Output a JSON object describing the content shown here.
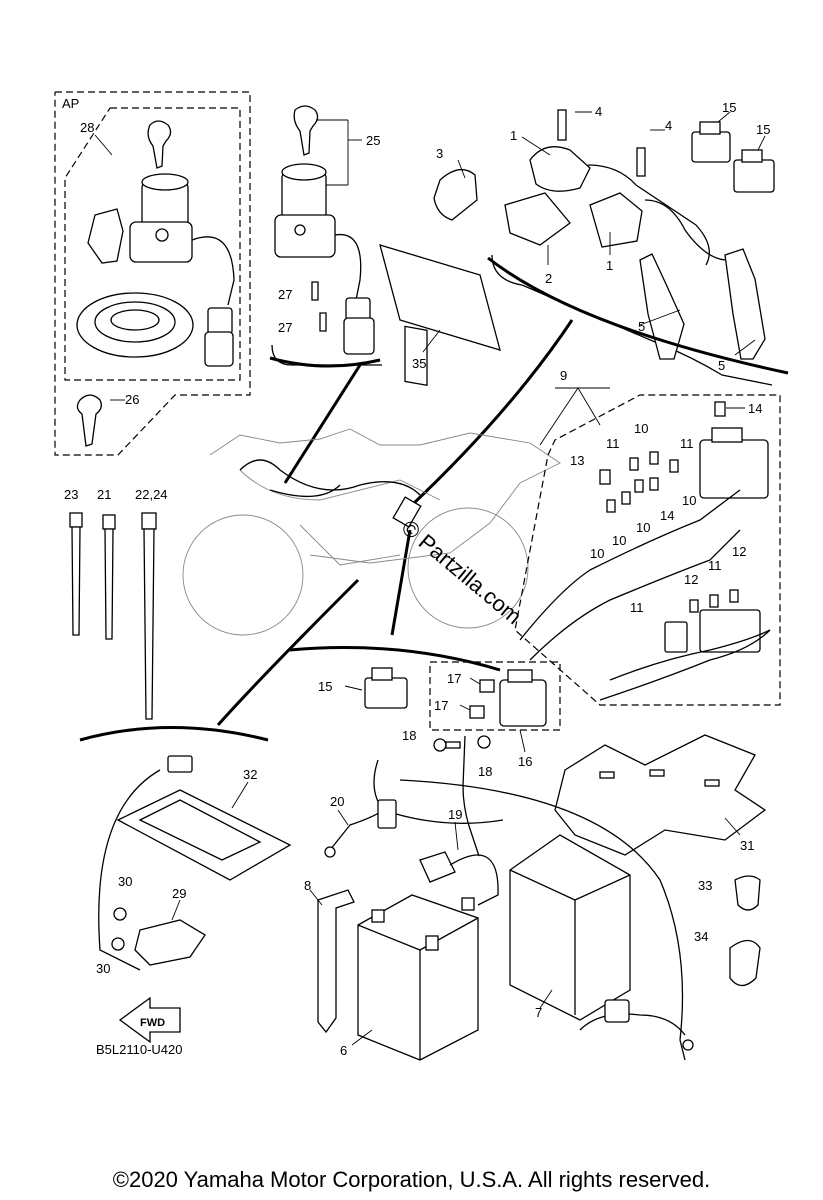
{
  "inset_label": "AP",
  "drawing_code": "B5L2110-U420",
  "watermark": "© Partzilla.com",
  "fwd_label": "FWD",
  "copyright": "©2020 Yamaha Motor Corporation, U.S.A. All rights reserved.",
  "callouts": {
    "c1a": "1",
    "c1b": "1",
    "c2": "2",
    "c3": "3",
    "c4a": "4",
    "c4b": "4",
    "c5a": "5",
    "c5b": "5",
    "c6": "6",
    "c7": "7",
    "c8": "8",
    "c9": "9",
    "c10a": "10",
    "c10b": "10",
    "c10c": "10",
    "c10d": "10",
    "c10e": "10",
    "c11a": "11",
    "c11b": "11",
    "c11c": "11",
    "c11d": "11",
    "c12a": "12",
    "c12b": "12",
    "c13": "13",
    "c14a": "14",
    "c14b": "14",
    "c15a": "15",
    "c15b": "15",
    "c15c": "15",
    "c16": "16",
    "c17a": "17",
    "c17b": "17",
    "c18a": "18",
    "c18b": "18",
    "c19": "19",
    "c20": "20",
    "c21": "21",
    "c22": "22,24",
    "c23": "23",
    "c25": "25",
    "c26": "26",
    "c27a": "27",
    "c27b": "27",
    "c28": "28",
    "c29": "29",
    "c30a": "30",
    "c30b": "30",
    "c31": "31",
    "c32": "32",
    "c33": "33",
    "c34": "34",
    "c35": "35"
  }
}
